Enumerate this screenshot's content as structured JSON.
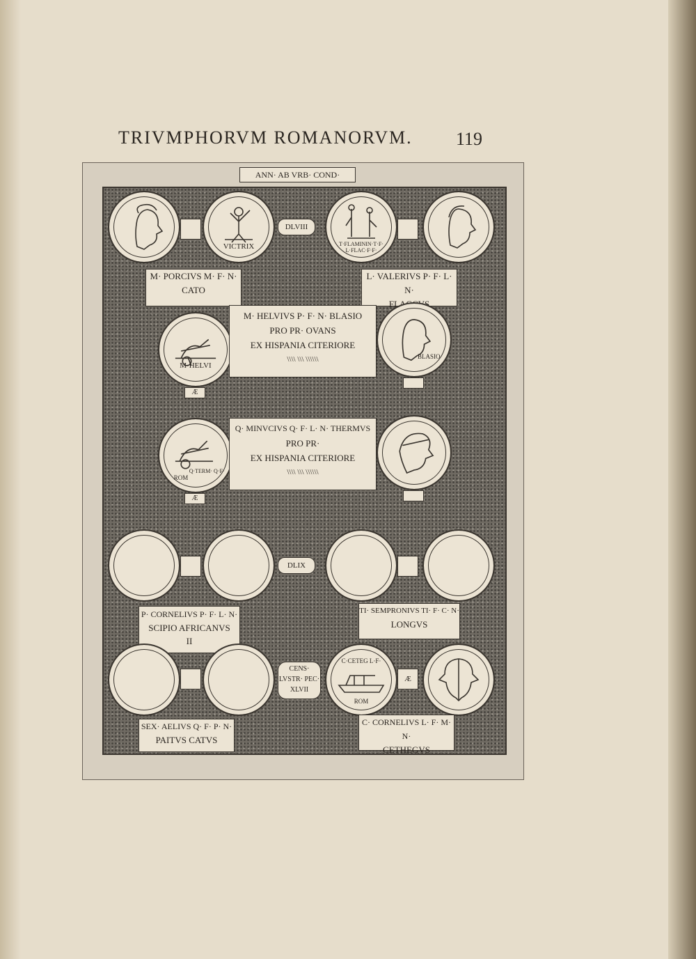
{
  "header": {
    "running_title": "TRIVMPHORVM ROMANORVM.",
    "page_number": "119"
  },
  "plate": {
    "top_label": "ANN· AB VRB· COND·",
    "year_1": "DLVIII",
    "year_2": "DLIX",
    "census": [
      "CENS·",
      "LVSTR· PEC·",
      "XLVII"
    ],
    "entries": {
      "cato": [
        "M· PORCIVS M· F· N·",
        "CATO"
      ],
      "flaccus": [
        "L· VALERIVS P· F· L· N·",
        "FLACCVS"
      ],
      "blasio": [
        "M· HELVIVS P· F· N· BLASIO",
        "PRO PR· OVANS",
        "EX HISPANIA CITERIORE",
        "\\\\\\\\ \\\\\\ \\\\\\\\\\\\"
      ],
      "thermus": [
        "Q· MINVCIVS Q· F· L· N· THERMVS",
        "PRO PR·",
        "EX HISPANIA CITERIORE",
        "\\\\\\\\ \\\\\\ \\\\\\\\\\\\"
      ],
      "scipio": [
        "P· CORNELIVS P· F· L· N·",
        "SCIPIO AFRICANVS",
        "II"
      ],
      "longus": [
        "TI· SEMPRONIVS TI· F· C· N·",
        "LONGVS"
      ],
      "paitus": [
        "SEX· AELIVS Q· F· P· N·",
        "PAITVS CATVS"
      ],
      "cethegus": [
        "C· CORNELIVS L· F· M· N·",
        "CETHEGVS"
      ]
    },
    "coin_legends": {
      "victrix": "VICTRIX",
      "flaminin": "T·FLAMININ·T·F· L·FLAC·F·F·",
      "helvius": "M·HELVI",
      "blasio": "BLASIO",
      "rom": "ROM",
      "therm": "Q·TERM· Q·F·",
      "cethegus": "C·CETEG L·F·",
      "ae": "Æ"
    }
  }
}
